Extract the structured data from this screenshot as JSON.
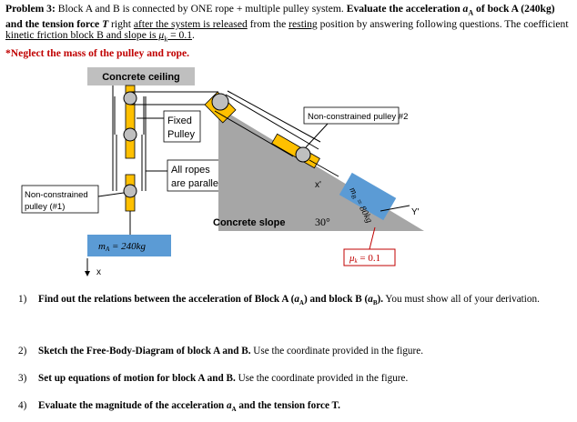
{
  "problem": {
    "heading": "Problem 3:",
    "seg1": " Block A and B is connected by ONE rope + multiple pulley system.  ",
    "seg2": "Evaluate the acceleration ",
    "seg3": "a",
    "seg3sub": "A",
    "seg4": " of bock A (240kg) and the tension force ",
    "seg5": "T",
    "seg6": " right ",
    "seg7": "after the system is released",
    "seg8": " from the ",
    "seg9": "resting",
    "seg10": " position by answering following questions.  The coefficient ",
    "seg11": "kinetic friction block B and slope is",
    "seg12": " μ",
    "seg12sub": "k",
    "seg13": " = 0.1",
    "seg14": ".",
    "note": "*Neglect the mass of the pulley and rope."
  },
  "figure": {
    "ceiling_label": "Concrete ceiling",
    "fixed_pulley_line1": "Fixed",
    "fixed_pulley_line2": "Pulley",
    "ropes_line1": "All ropes",
    "ropes_line2": "are parallel",
    "nc_pulley1_line1": "Non-constrained",
    "nc_pulley1_line2": "pulley (#1)",
    "nc_pulley2": "Non-constrained pulley #2",
    "slope_label": "Concrete slope",
    "angle_label": "30°",
    "block_a_label": "m",
    "block_a_sub": "A",
    "block_a_value": " = 240kg",
    "block_b_label": "m",
    "block_b_sub": "B",
    "block_b_value": " = 80kg",
    "friction_label": "μ",
    "friction_sub": "k",
    "friction_value": " = 0.1",
    "x_axis": "x",
    "x_prime": "x'",
    "y_prime": "Y'",
    "colors": {
      "ceiling": "#bfbfbf",
      "block_a": "#5b9bd5",
      "block_b": "#5b9bd5",
      "slope": "#a6a6a6",
      "pulley_bar": "#ffc000",
      "friction_box": "#c00000"
    }
  },
  "questions": [
    {
      "num": "1)",
      "bold": "Find out the relations between the acceleration of Block A (",
      "a1": "a",
      "a1sub": "A",
      "mid": ") and block B (",
      "a2": "a",
      "a2sub": "B",
      "end": ").",
      "rest": "  You must show all of your derivation."
    },
    {
      "num": "2)",
      "bold": "Sketch the Free-Body-Diagram of block A and B.",
      "rest": "  Use the coordinate provided in the figure."
    },
    {
      "num": "3)",
      "bold": "Set up equations of motion for block A and B.",
      "rest": "  Use the coordinate provided in the figure."
    },
    {
      "num": "4)",
      "bold": "Evaluate the magnitude of the acceleration ",
      "a1": "a",
      "a1sub": "A",
      "end": " and the tension force T."
    }
  ]
}
